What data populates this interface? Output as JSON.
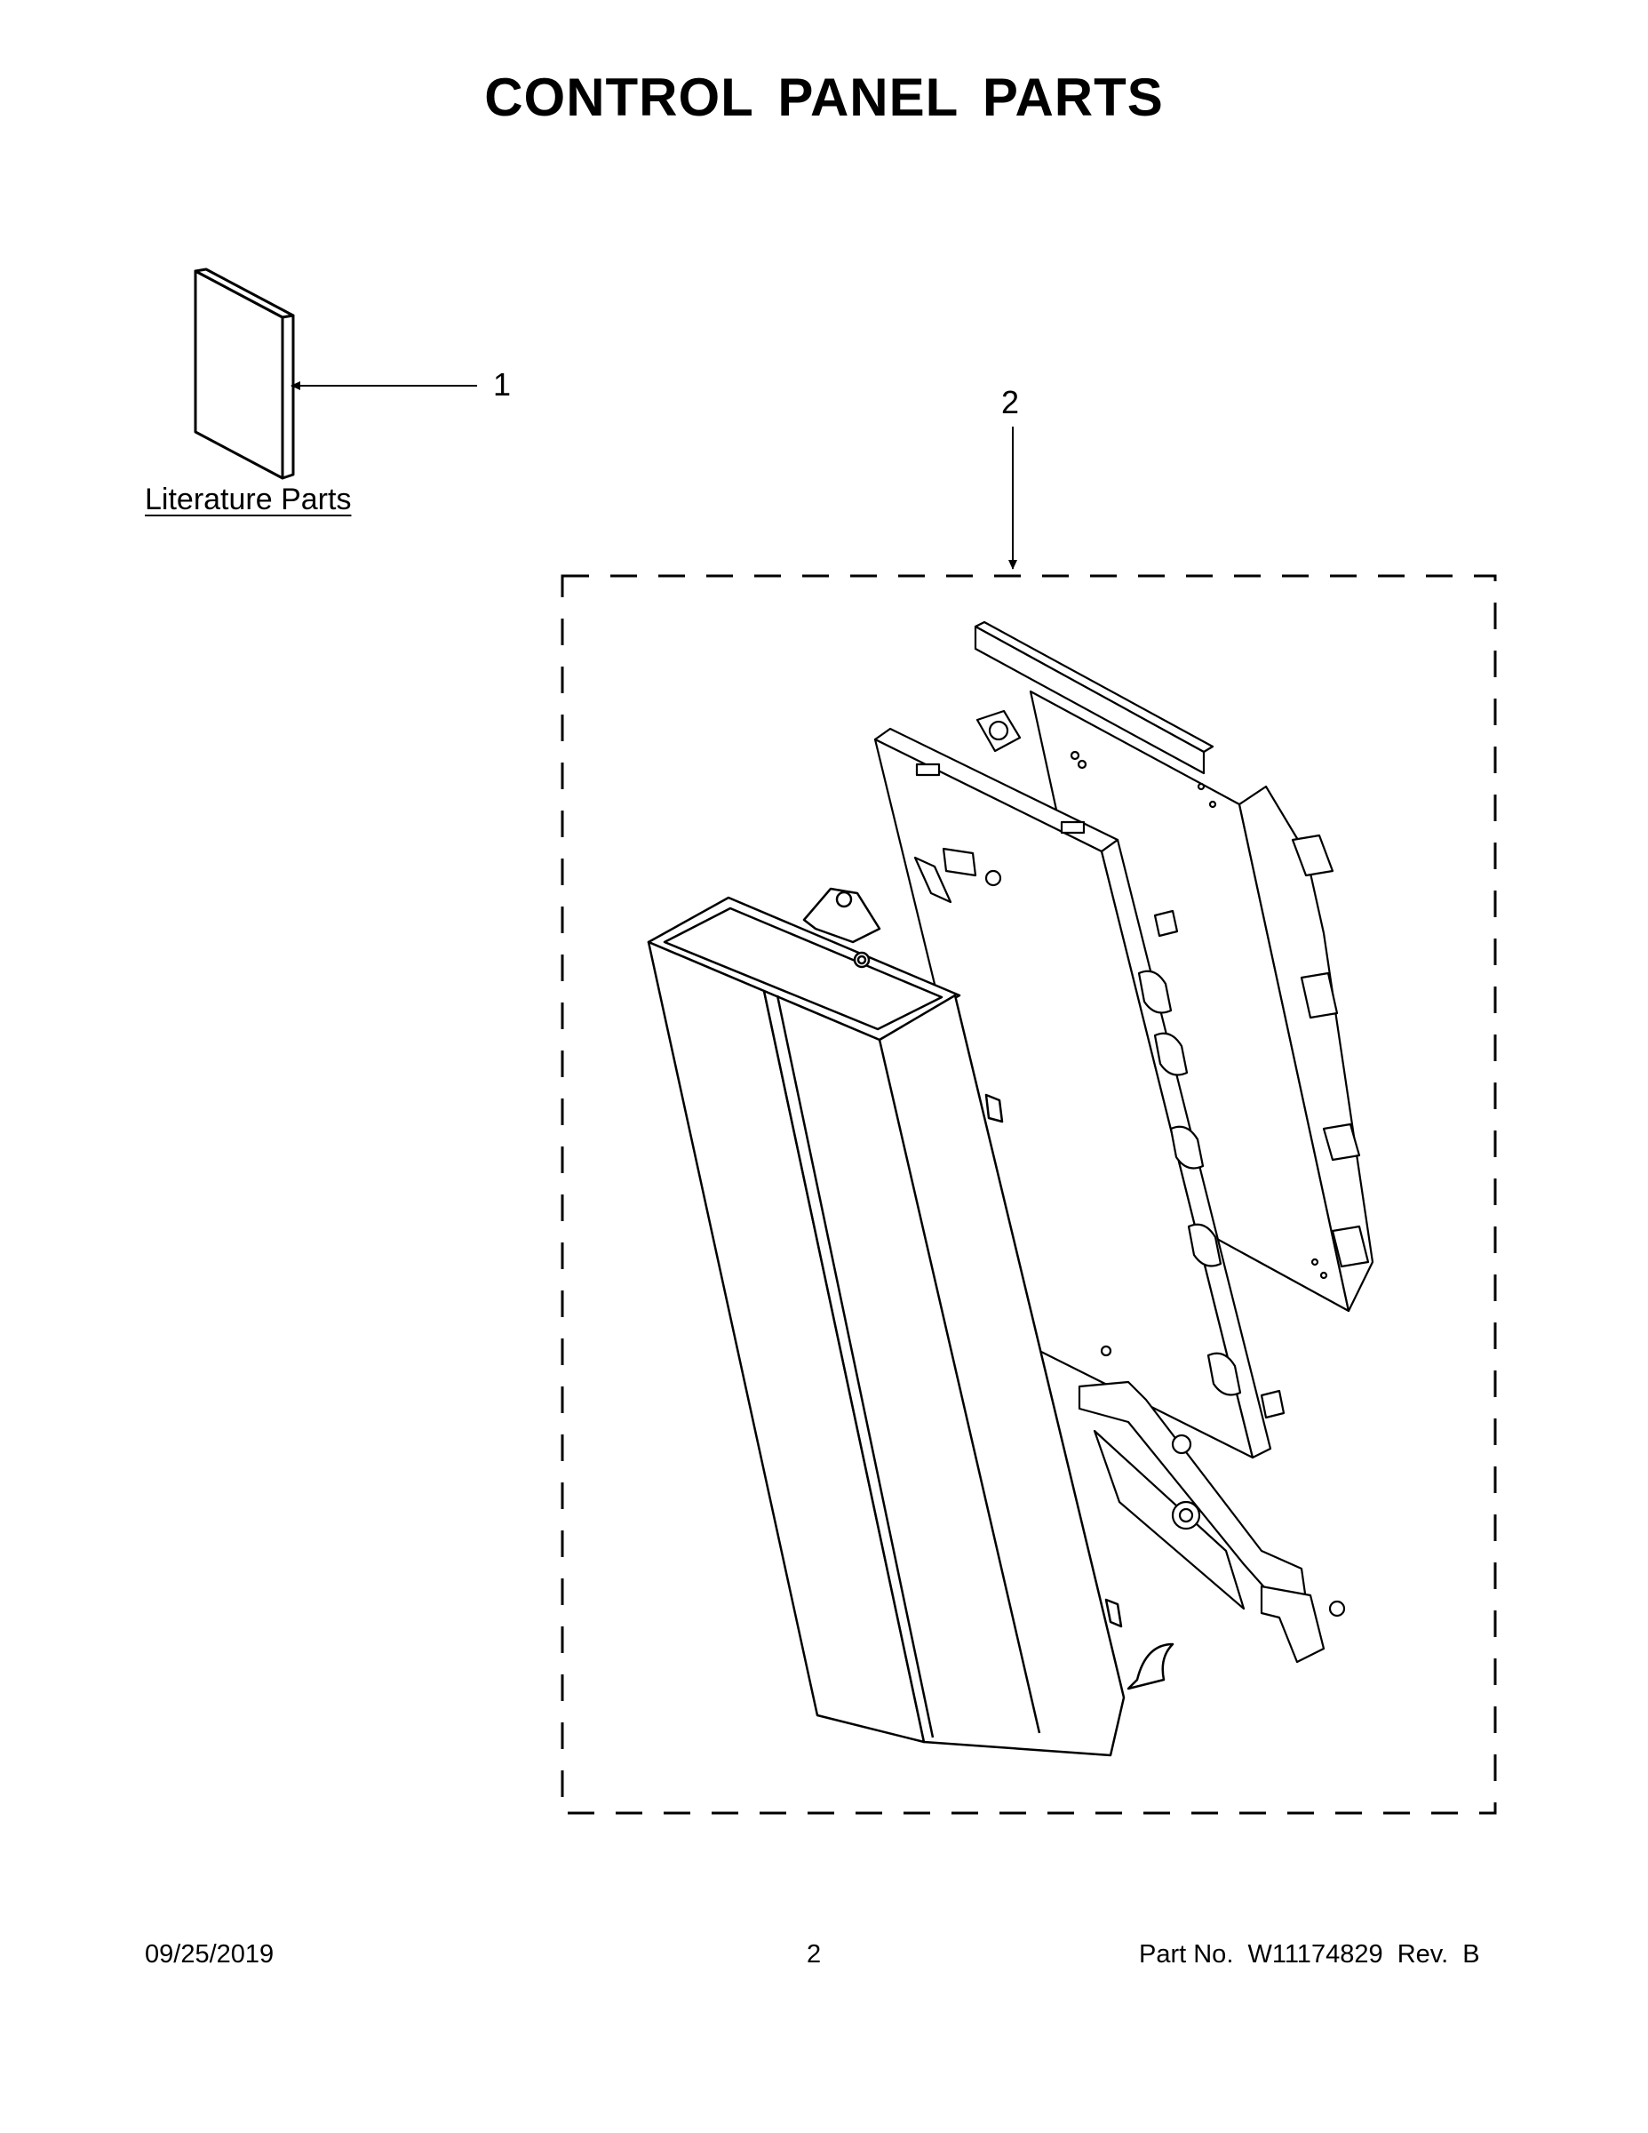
{
  "header": {
    "title": "CONTROL PANEL PARTS"
  },
  "callouts": {
    "literature_number": "1",
    "assembly_number": "2"
  },
  "literature": {
    "label": "Literature Parts"
  },
  "footer": {
    "date": "09/25/2019",
    "page": "2",
    "part_number": "Part No.  W11174829  Rev.  B"
  }
}
